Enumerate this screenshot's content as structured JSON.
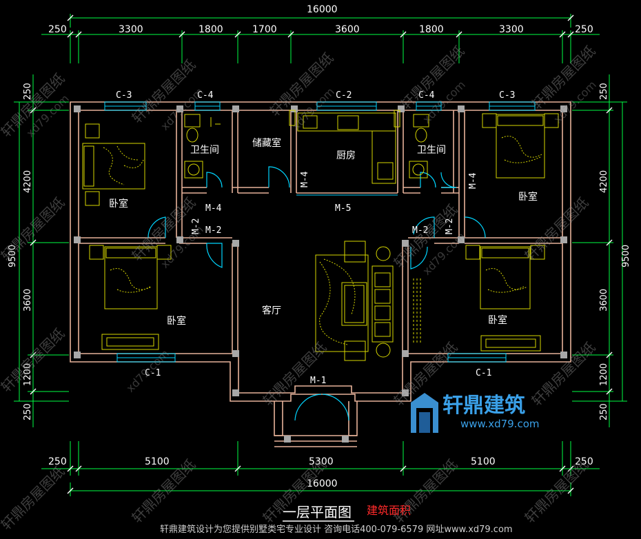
{
  "dimensions": {
    "total_top": "16000",
    "top_segments": [
      "250",
      "3300",
      "1800",
      "1700",
      "3600",
      "1800",
      "3300",
      "250"
    ],
    "total_bottom": "16000",
    "bottom_segments": [
      "250",
      "5100",
      "5300",
      "5100",
      "250"
    ],
    "left_total": "9500",
    "left_segments": [
      "250",
      "4200",
      "3600",
      "1200",
      "250"
    ],
    "right_total": "9500",
    "right_segments": [
      "250",
      "4200",
      "3600",
      "1200",
      "250"
    ]
  },
  "rooms": {
    "bedroom_nw": "卧室",
    "bathroom_w": "卫生间",
    "storage": "储藏室",
    "kitchen": "厨房",
    "bathroom_e": "卫生间",
    "bedroom_ne": "卧室",
    "bedroom_sw": "卧室",
    "living": "客厅",
    "bedroom_se": "卧室"
  },
  "windows": {
    "c3_left": "C-3",
    "c4_left": "C-4",
    "c2": "C-2",
    "c4_right": "C-4",
    "c3_right": "C-3",
    "c1_left": "C-1",
    "c1_right": "C-1"
  },
  "doors": {
    "m4_left": "M-4",
    "m2_left_v": "M-2",
    "m2_left": "M-2",
    "m4_storage": "M-4",
    "m5": "M-5",
    "m2_right": "M-2",
    "m2_right_v": "M-2",
    "m4_right": "M-4",
    "m1": "M-1"
  },
  "title": "一层平面图",
  "title_note": "建筑面积",
  "brand": {
    "name": "轩鼎建筑",
    "url": "www.xd79.com"
  },
  "watermark": {
    "text": "轩鼎房屋图纸",
    "site": "xd79.com"
  },
  "footer": "轩鼎建筑设计为您提供别墅类宅专业设计   咨询电话400-079-6579   网址www.xd79.com",
  "colors": {
    "wall": "#e8b39a",
    "dim": "#00ff44",
    "window": "#00d5ff",
    "furniture": "#d7d700",
    "door": "#00d5ff",
    "title_note": "#ff2a2a"
  }
}
